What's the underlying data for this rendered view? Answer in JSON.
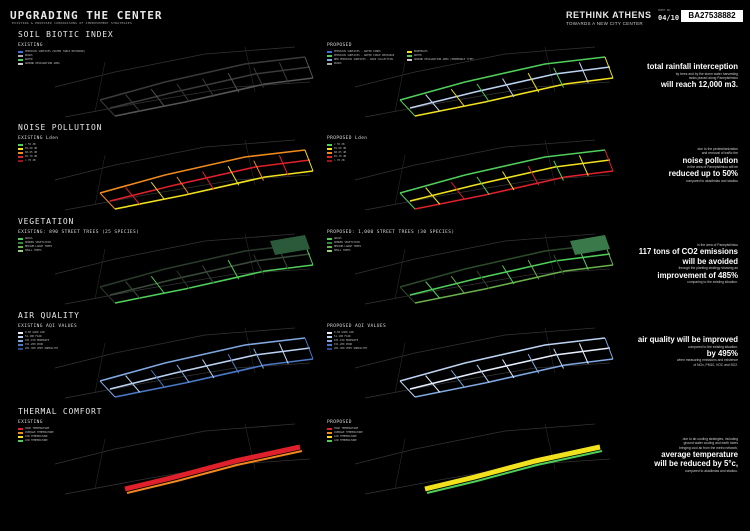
{
  "header": {
    "title": "UPGRADING THE CENTER",
    "subtitle": "EXISTING & PROPOSED COMPARISONS OF IMPROVEMENT STRATEGIES",
    "brand": "RETHINK ATHENS",
    "brand_sub": "TOWARDS A NEW CITY CENTER",
    "page_label": "SHEET NO.",
    "page": "04/10",
    "code": "BA27538882"
  },
  "colors": {
    "bg": "#000000",
    "green": "#4fcf5a",
    "yellow": "#f2e21d",
    "orange": "#f08a1c",
    "red": "#e0202a",
    "blue": "#7fa8e0",
    "lightblue": "#bcd3f2",
    "grey": "#3a3a3a"
  },
  "sections": [
    {
      "title": "SOIL BIOTIC INDEX",
      "existing_label": "EXISTING",
      "proposed_label": "PROPOSED",
      "existing_legend": [
        {
          "c": "#3f6fd6",
          "t": "PERVIOUS SURFACES (WATER TABLE RECHARGE)"
        },
        {
          "c": "#aaaaaa",
          "t": "ROADS"
        },
        {
          "c": "#4fcf5a",
          "t": "WATER"
        },
        {
          "c": "#cccccc",
          "t": "GROUND DESIGNATION AREA"
        }
      ],
      "proposed_legend": [
        {
          "c": "#3f6fd6",
          "t": "PERVIOUS SURFACES - WATER TANKS"
        },
        {
          "c": "#4fcf5a",
          "t": "PERVIOUS SURFACES - WATER TABLE RECHARGE"
        },
        {
          "c": "#7fa8e0",
          "t": "NEW PERVIOUS SURFACES - RAIN COLLECTION"
        },
        {
          "c": "#aaaaaa",
          "t": "ROADS"
        }
      ],
      "proposed_legend2": [
        {
          "c": "#f2e21d",
          "t": "BOREHOLES"
        },
        {
          "c": "#4fcf5a",
          "t": "WATER"
        },
        {
          "c": "#cccccc",
          "t": "GROUND DESIGNATION AREA (PERMEABLE TYPE)"
        }
      ],
      "stat": [
        {
          "t": "total rainfall interception",
          "b": true
        },
        {
          "t": "by trees and by the storm water harvesting",
          "b": false
        },
        {
          "t": "tanks placed along Panepistimiou",
          "b": false
        },
        {
          "t": "will reach 12,000 m3.",
          "b": true
        }
      ]
    },
    {
      "title": "NOISE POLLUTION",
      "existing_label": "EXISTING Lden",
      "proposed_label": "PROPOSED Lden",
      "existing_legend": [
        {
          "c": "#4fcf5a",
          "t": "< 55 dB"
        },
        {
          "c": "#f2e21d",
          "t": "55-60 dB"
        },
        {
          "c": "#f08a1c",
          "t": "60-65 dB"
        },
        {
          "c": "#e0202a",
          "t": "65-70 dB"
        },
        {
          "c": "#a0101a",
          "t": "> 70 dB"
        }
      ],
      "proposed_legend": [
        {
          "c": "#4fcf5a",
          "t": "< 55 dB"
        },
        {
          "c": "#f2e21d",
          "t": "55-60 dB"
        },
        {
          "c": "#f08a1c",
          "t": "60-65 dB"
        },
        {
          "c": "#e0202a",
          "t": "65-70 dB"
        },
        {
          "c": "#a0101a",
          "t": "> 70 dB"
        }
      ],
      "stat": [
        {
          "t": "due to the pedestrianization",
          "b": false
        },
        {
          "t": "and removal of traffic the",
          "b": false
        },
        {
          "t": "noise pollution",
          "b": true
        },
        {
          "t": "in the area of Panepistimiou will be",
          "b": false
        },
        {
          "t": "reduced up to 50%",
          "b": true
        },
        {
          "t": "compared to akadimias and stadiou",
          "b": false
        }
      ]
    },
    {
      "title": "VEGETATION",
      "existing_label": "EXISTING: 890 STREET TREES (25 SPECIES)",
      "proposed_label": "PROPOSED: 1,000 STREET TREES (30 SPECIES)",
      "existing_legend": [
        {
          "c": "#4fcf5a",
          "t": "GRASS"
        },
        {
          "c": "#2d8a3a",
          "t": "SHRUBS VEGETATION"
        },
        {
          "c": "#6ab04c",
          "t": "MEDIUM-LARGE TREES"
        },
        {
          "c": "#9ad07a",
          "t": "SMALL TREES"
        }
      ],
      "proposed_legend": [
        {
          "c": "#4fcf5a",
          "t": "GRASS"
        },
        {
          "c": "#2d8a3a",
          "t": "SHRUBS VEGETATION"
        },
        {
          "c": "#6ab04c",
          "t": "MEDIUM-LARGE TREES"
        },
        {
          "c": "#9ad07a",
          "t": "SMALL TREES"
        }
      ],
      "stat": [
        {
          "t": "in the area of Panepistimiou",
          "b": false
        },
        {
          "t": "117 tons of CO2 emissions",
          "b": true
        },
        {
          "t": "will be avoided",
          "b": true
        },
        {
          "t": "through the planting strategy showing an",
          "b": false
        },
        {
          "t": "improvement of 485%",
          "b": true
        },
        {
          "t": "comparing to the existing situation.",
          "b": false
        }
      ]
    },
    {
      "title": "AIR QUALITY",
      "existing_label": "EXISTING AQI VALUES",
      "proposed_label": "PROPOSED AQI VALUES",
      "existing_legend": [
        {
          "c": "#e8f0ff",
          "t": "0-50 GOOD AIR"
        },
        {
          "c": "#bcd3f2",
          "t": "51-100 FAIR"
        },
        {
          "c": "#7fa8e0",
          "t": "101-150 MODERATE"
        },
        {
          "c": "#4a78c4",
          "t": "151-200 POOR"
        },
        {
          "c": "#2a4a8a",
          "t": "201-300 VERY UNHEALTHY"
        }
      ],
      "proposed_legend": [
        {
          "c": "#e8f0ff",
          "t": "0-50 GOOD AIR"
        },
        {
          "c": "#bcd3f2",
          "t": "51-100 FAIR"
        },
        {
          "c": "#7fa8e0",
          "t": "101-150 MODERATE"
        },
        {
          "c": "#4a78c4",
          "t": "151-200 POOR"
        },
        {
          "c": "#2a4a8a",
          "t": "201-300 VERY UNHEALTHY"
        }
      ],
      "stat": [
        {
          "t": "air quality will be improved",
          "b": true
        },
        {
          "t": "compared to the existing situation,",
          "b": false
        },
        {
          "t": "by 495%",
          "b": true
        },
        {
          "t": "when measuring emissions and existence",
          "b": false
        },
        {
          "t": "of NOx, PM10, VOC and SO2.",
          "b": false
        }
      ]
    },
    {
      "title": "THERMAL COMFORT",
      "existing_label": "EXISTING",
      "proposed_label": "PROPOSED",
      "existing_legend": [
        {
          "c": "#e0202a",
          "t": "HIGH TEMPERATURE"
        },
        {
          "c": "#f08a1c",
          "t": "AVERAGE TEMPERATURE"
        },
        {
          "c": "#f2e21d",
          "t": "LOW TEMPERATURE"
        },
        {
          "c": "#4fcf5a",
          "t": "LOW TEMPERATURE"
        }
      ],
      "proposed_legend": [
        {
          "c": "#e0202a",
          "t": "HIGH TEMPERATURE"
        },
        {
          "c": "#f08a1c",
          "t": "AVERAGE TEMPERATURE"
        },
        {
          "c": "#f2e21d",
          "t": "LOW TEMPERATURE"
        },
        {
          "c": "#4fcf5a",
          "t": "LOW TEMPERATURE"
        }
      ],
      "stat": [
        {
          "t": "due to air-cooling strategies, including",
          "b": false
        },
        {
          "t": "ground water cooling and earth tubes",
          "b": false
        },
        {
          "t": "bringing cool air from the metro network,",
          "b": false
        },
        {
          "t": "average temperature",
          "b": true
        },
        {
          "t": "will be reduced by 5°c,",
          "b": true
        },
        {
          "t": "compared to akadimias and stadiou.",
          "b": false
        }
      ]
    }
  ]
}
